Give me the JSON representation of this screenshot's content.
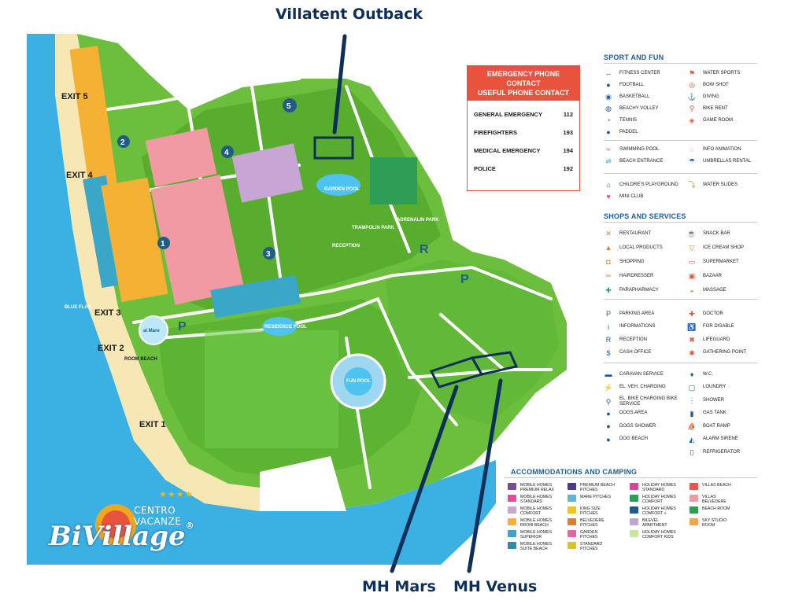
{
  "callouts": {
    "top": "Villatent Outback",
    "bottom_left": "MH Mars",
    "bottom_right": "MH Venus"
  },
  "exits": [
    "EXIT 5",
    "EXIT 4",
    "EXIT 3",
    "EXIT 2",
    "EXIT 1"
  ],
  "places": {
    "garden_pool": "GARDEN POOL",
    "trampolin_park": "TRAMPOLIN PARK",
    "adrenalin_park": "ADRENALIN PARK",
    "reception": "RECEPTION",
    "residence_pool": "RESIDENCE POOL",
    "fun_pool": "FUN POOL",
    "al_mare": "al Mare",
    "blue_flag": "BLUE FLAG",
    "room_beach": "ROOM BEACH"
  },
  "emergency": {
    "title_line1": "EMERGENCY PHONE CONTACT",
    "title_line2": "USEFUL PHONE CONTACT",
    "rows": [
      {
        "label": "GENERAL EMERGENCY",
        "number": "112"
      },
      {
        "label": "FIREFIGHTERS",
        "number": "193"
      },
      {
        "label": "MEDICAL EMERGENCY",
        "number": "194"
      },
      {
        "label": "POLICE",
        "number": "192"
      }
    ]
  },
  "legend": {
    "sport_title": "SPORT AND FUN",
    "sport_left": [
      {
        "label": "FITNESS CENTER",
        "icon": "dumbbell-icon"
      },
      {
        "label": "FOOTBALL",
        "icon": "football-icon"
      },
      {
        "label": "BASKETBALL",
        "icon": "basketball-icon"
      },
      {
        "label": "BEACHY VOLLEY",
        "icon": "volleyball-icon"
      },
      {
        "label": "TENNIS",
        "icon": "tennis-icon"
      },
      {
        "label": "PADDEL",
        "icon": "paddle-icon"
      }
    ],
    "sport_right": [
      {
        "label": "WATER SPORTS",
        "icon": "kayak-icon"
      },
      {
        "label": "BOW SHOT",
        "icon": "target-icon"
      },
      {
        "label": "DIVING",
        "icon": "diving-icon"
      },
      {
        "label": "BIKE RENT",
        "icon": "bike-icon"
      },
      {
        "label": "GAME ROOM",
        "icon": "gamepad-icon"
      }
    ],
    "pool_left": [
      {
        "label": "SWIMMING POOL",
        "icon": "pool-icon"
      },
      {
        "label": "BEACH ENTRANCE",
        "icon": "beach-entrance-icon"
      }
    ],
    "pool_right": [
      {
        "label": "INFO ANIMATION",
        "icon": "info-animation-icon"
      },
      {
        "label": "UMBRELLAS RENTAL",
        "icon": "umbrella-icon"
      }
    ],
    "kids_left": [
      {
        "label": "CHILDRE'S PLAYGROUND",
        "icon": "playground-icon"
      },
      {
        "label": "MINI CLUB",
        "icon": "miniclub-icon"
      }
    ],
    "kids_right": [
      {
        "label": "WATER SLIDES",
        "icon": "slide-icon"
      }
    ],
    "shops_title": "SHOPS AND SERVICES",
    "shops_left": [
      {
        "label": "RESTAURANT",
        "icon": "restaurant-icon"
      },
      {
        "label": "LOCAL PRODUCTS",
        "icon": "local-products-icon"
      },
      {
        "label": "SHOPPING",
        "icon": "shopping-icon"
      },
      {
        "label": "HAIRDRESSER",
        "icon": "scissors-icon"
      },
      {
        "label": "PARAPHARMACY",
        "icon": "pharmacy-cross-icon"
      }
    ],
    "shops_right": [
      {
        "label": "SNACK BAR",
        "icon": "snack-icon"
      },
      {
        "label": "ICE CREAM SHOP",
        "icon": "icecream-icon"
      },
      {
        "label": "SUPERMARKET",
        "icon": "cart-icon"
      },
      {
        "label": "BAZAAR",
        "icon": "bazaar-icon"
      },
      {
        "label": "MASSAGE",
        "icon": "massage-icon"
      }
    ],
    "svc_left": [
      {
        "label": "PARKING AREA",
        "icon": "parking-icon"
      },
      {
        "label": "INFORMATIONS",
        "icon": "info-icon"
      },
      {
        "label": "RECEPTION",
        "icon": "reception-icon"
      },
      {
        "label": "CASH OFFICE",
        "icon": "cash-icon"
      }
    ],
    "svc_right": [
      {
        "label": "DOCTOR",
        "icon": "doctor-icon"
      },
      {
        "label": "FOR DISABLE",
        "icon": "wheelchair-icon"
      },
      {
        "label": "LIFEGUARD",
        "icon": "lifeguard-icon"
      },
      {
        "label": "GATHERING POINT",
        "icon": "gathering-icon"
      }
    ],
    "util_left": [
      {
        "label": "CARAVAN SERVICE",
        "icon": "caravan-icon"
      },
      {
        "label": "EL. VEH. CHARGING",
        "icon": "ev-charging-icon"
      },
      {
        "label": "EL. BIKE CHARGING BIKE SERVICE",
        "icon": "ebike-icon"
      },
      {
        "label": "DOGS AREA",
        "icon": "dog-icon"
      },
      {
        "label": "DOGS SHOWER",
        "icon": "dog-shower-icon"
      },
      {
        "label": "DOG BEACH",
        "icon": "dog-beach-icon"
      }
    ],
    "util_right": [
      {
        "label": "W.C.",
        "icon": "wc-icon"
      },
      {
        "label": "LOUNDRY",
        "icon": "laundry-icon"
      },
      {
        "label": "SHOWER",
        "icon": "shower-icon"
      },
      {
        "label": "GAS TANK",
        "icon": "gas-icon"
      },
      {
        "label": "BOAT RAMP",
        "icon": "boat-ramp-icon"
      },
      {
        "label": "ALARM SIRENE",
        "icon": "siren-icon"
      },
      {
        "label": "REFRIGERATOR",
        "icon": "fridge-icon"
      }
    ],
    "acc_title": "ACCOMMODATIONS AND CAMPING",
    "acc_col1": [
      {
        "label": "MOBILE HOMES PREMIUM RELAX",
        "color": "#7b4b94"
      },
      {
        "label": "MOBILE HOMES STANDARD",
        "color": "#e8489a"
      },
      {
        "label": "MOBILE HOMES COMFORT",
        "color": "#c9a5d6"
      },
      {
        "label": "MOBILE HOMES BRONI BEACH",
        "color": "#f5b133"
      },
      {
        "label": "MOBILE HOMES SUPERIOR",
        "color": "#3aa7c9"
      },
      {
        "label": "MOBILE HOMES SUITE BEACH",
        "color": "#2e8ea6"
      }
    ],
    "acc_col2": [
      {
        "label": "PREMIUM BEACH PITCHES",
        "color": "#4b3a8c"
      },
      {
        "label": "MARE PITCHES",
        "color": "#5fb4d9"
      },
      {
        "label": "KING SIZE PITCHES",
        "color": "#f2c318"
      },
      {
        "label": "BELVEDERE PITCHES",
        "color": "#e37b2c"
      },
      {
        "label": "GARDEN PITCHES",
        "color": "#e864a8"
      },
      {
        "label": "STANDARD PITCHES",
        "color": "#d9c51f"
      }
    ],
    "acc_col3": [
      {
        "label": "HOLIDAY HOMES STANDARD",
        "color": "#d14893"
      },
      {
        "label": "HOLIDAY HOMES COMFORT",
        "color": "#2e9e57"
      },
      {
        "label": "HOLIDAY HOMES COMFORT +",
        "color": "#1f5d88"
      },
      {
        "label": "BILEVEL APARTMENT",
        "color": "#bfa7cf"
      },
      {
        "label": "HOLIDAY HOMES COMFORT KIDS",
        "color": "#c9e6a1"
      }
    ],
    "acc_col4": [
      {
        "label": "VILLAS BEACH",
        "color": "#e8574a"
      },
      {
        "label": "VILLAS BELVEDERE",
        "color": "#f29aa4"
      },
      {
        "label": "BEACH ROOM",
        "color": "#2f9e4c"
      },
      {
        "label": "SKY STUDIO ROOM",
        "color": "#f3a64a"
      }
    ]
  },
  "logo": {
    "stars": "★★★★",
    "subtitle": "CENTRO VACANZE",
    "brand": "BiVillage",
    "registered": "®"
  },
  "colors": {
    "sea": "#3bb0e3",
    "land": "#6cbf3c",
    "road": "#ffffff",
    "callout_navy": "#0f2f5b",
    "emergency_red": "#e9533e",
    "legend_blue": "#1d5c9a"
  }
}
